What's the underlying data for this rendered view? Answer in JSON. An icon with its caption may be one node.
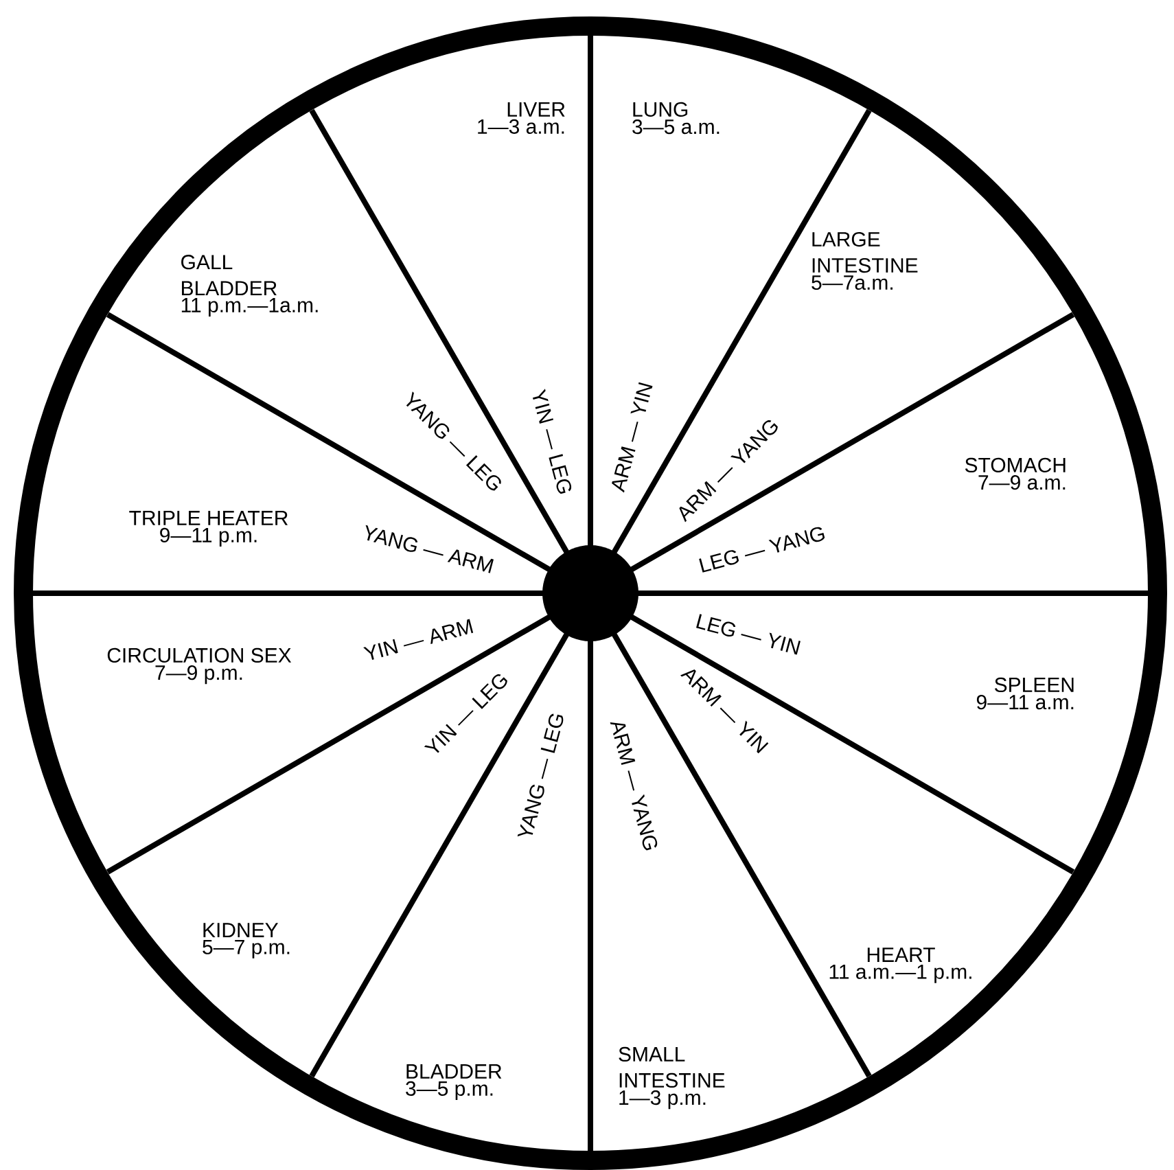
{
  "diagram": {
    "nodes": [
      {
        "text": [
          "LIVER",
          "1—3 a.m.",
          "YIN — LEG"
        ]
      },
      {
        "text": [
          "LUNG",
          "3—5 a.m.",
          "ARM — YIN"
        ]
      },
      {
        "text": [
          "LARGE INTESTINE",
          "5—7a.m.",
          "ARM — YANG"
        ]
      },
      {
        "text": [
          "STOMACH",
          "7—9 a.m.",
          "LEG — YANG"
        ]
      },
      {
        "text": [
          "SPLEEN",
          "9—11 a.m.",
          "LEG — YIN"
        ]
      },
      {
        "text": [
          "HEART",
          "11 a.m.—1 p.m.",
          "ARM — YIN"
        ]
      },
      {
        "text": [
          "SMALL INTESTINE",
          "1—3 p.m.",
          "ARM — YANG"
        ]
      },
      {
        "text": [
          "BLADDER",
          "3—5 p.m.",
          "YANG — LEG"
        ]
      },
      {
        "text": [
          "KIDNEY",
          "5—7 p.m.",
          "YIN — LEG"
        ]
      },
      {
        "text": [
          "CIRCULATION SEX",
          "7—9 p.m.",
          "YIN — ARM"
        ]
      },
      {
        "text": [
          "TRIPLE HEATER",
          "9—11 p.m.",
          "YANG — ARM"
        ]
      },
      {
        "text": [
          "GALL BLADDER",
          "11 p.m.—1a.m.",
          "YANG — LEG"
        ]
      }
    ]
  }
}
